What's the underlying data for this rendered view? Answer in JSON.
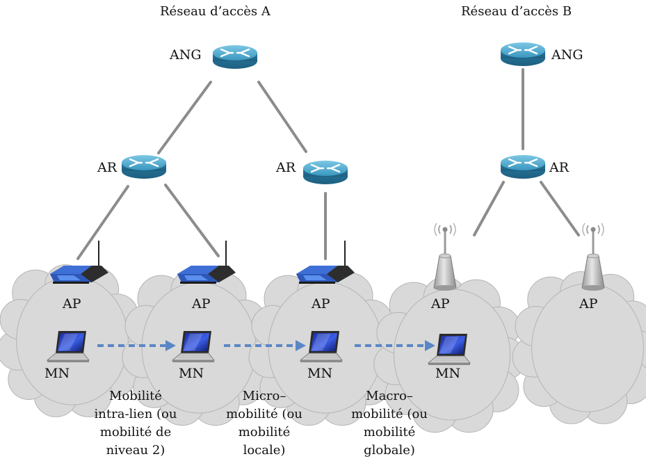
{
  "networks": {
    "a_title": "Réseau d’accès A",
    "b_title": "Réseau d’accès B"
  },
  "labels": {
    "ang": "ANG",
    "ar": "AR",
    "ap": "AP",
    "mn": "MN"
  },
  "captions": {
    "intra_link": [
      "Mobilité",
      "intra-lien (ou",
      "mobilité de",
      "niveau 2)"
    ],
    "micro": [
      "Micro–",
      "mobilité (ou",
      "mobilité",
      "locale)"
    ],
    "macro": [
      "Macro–",
      "mobilité (ou",
      "mobilité",
      "globale)"
    ]
  },
  "colors": {
    "router": "#2f8ab0",
    "link": "#8c8c8c",
    "cloud": "#d6d6d6",
    "arrow": "#5b86c6",
    "ap_device": "#3b6fd8",
    "antenna": "#a8a8a8"
  },
  "icons": [
    "router-icon",
    "wireless-router-icon",
    "antenna-tower-icon",
    "laptop-icon",
    "cloud-shape",
    "dashed-arrow"
  ]
}
